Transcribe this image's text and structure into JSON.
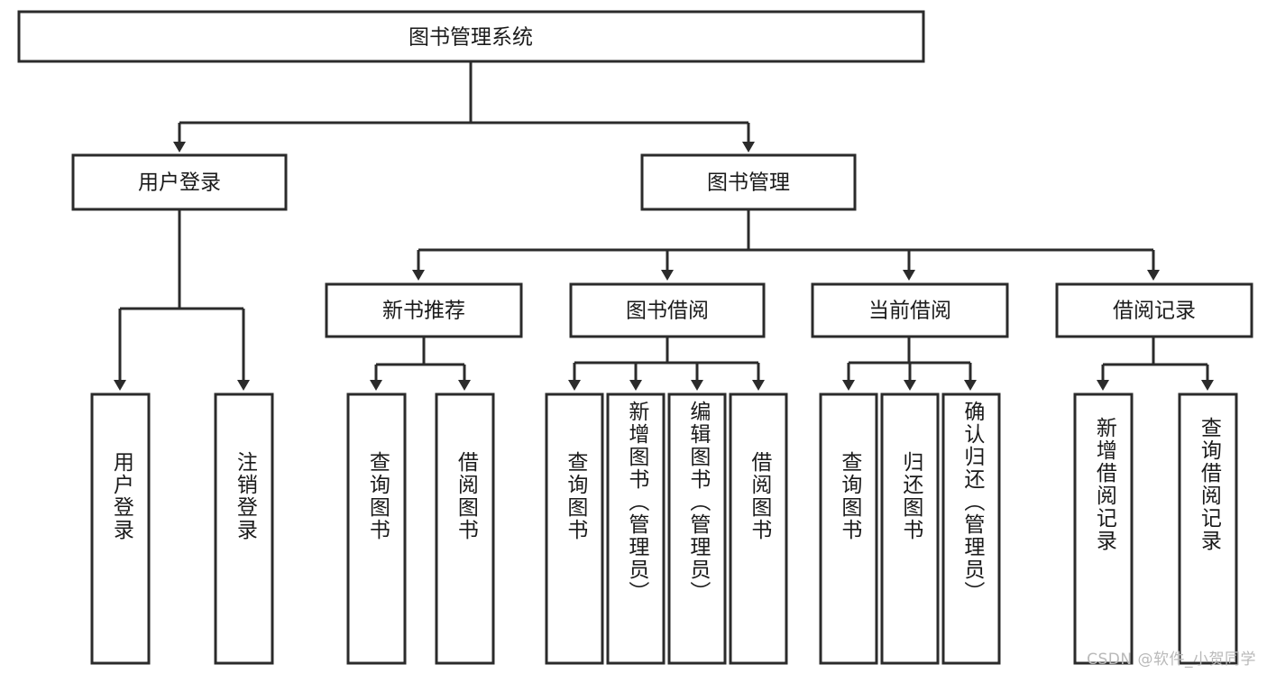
{
  "diagram": {
    "title": "图书管理系统",
    "type": "tree-hierarchy",
    "watermark": "CSDN @软件_小贺同学",
    "colors": {
      "stroke": "#2b2b2b",
      "fill": "#ffffff",
      "text": "#1a1a1a",
      "watermark": "#b9b9b9"
    },
    "root": {
      "label": "图书管理系统",
      "level": 0
    },
    "level1": [
      {
        "label": "用户登录",
        "level": 1
      },
      {
        "label": "图书管理",
        "level": 1
      }
    ],
    "level2": [
      {
        "label": "新书推荐",
        "level": 2
      },
      {
        "label": "图书借阅",
        "level": 2
      },
      {
        "label": "当前借阅",
        "level": 2
      },
      {
        "label": "借阅记录",
        "level": 2
      }
    ],
    "leaves": {
      "user_login": [
        {
          "label": "用户登录"
        },
        {
          "label": "注销登录"
        }
      ],
      "new_book_recommend": [
        {
          "label": "查询图书"
        },
        {
          "label": "借阅图书"
        }
      ],
      "book_borrow": [
        {
          "label": "查询图书"
        },
        {
          "label": "新增图书（管理员）"
        },
        {
          "label": "编辑图书（管理员）"
        },
        {
          "label": "借阅图书"
        }
      ],
      "current_borrow": [
        {
          "label": "查询图书"
        },
        {
          "label": "归还图书"
        },
        {
          "label": "确认归还（管理员）"
        }
      ],
      "borrow_record": [
        {
          "label": "新增借阅记录"
        },
        {
          "label": "查询借阅记录"
        }
      ]
    }
  }
}
